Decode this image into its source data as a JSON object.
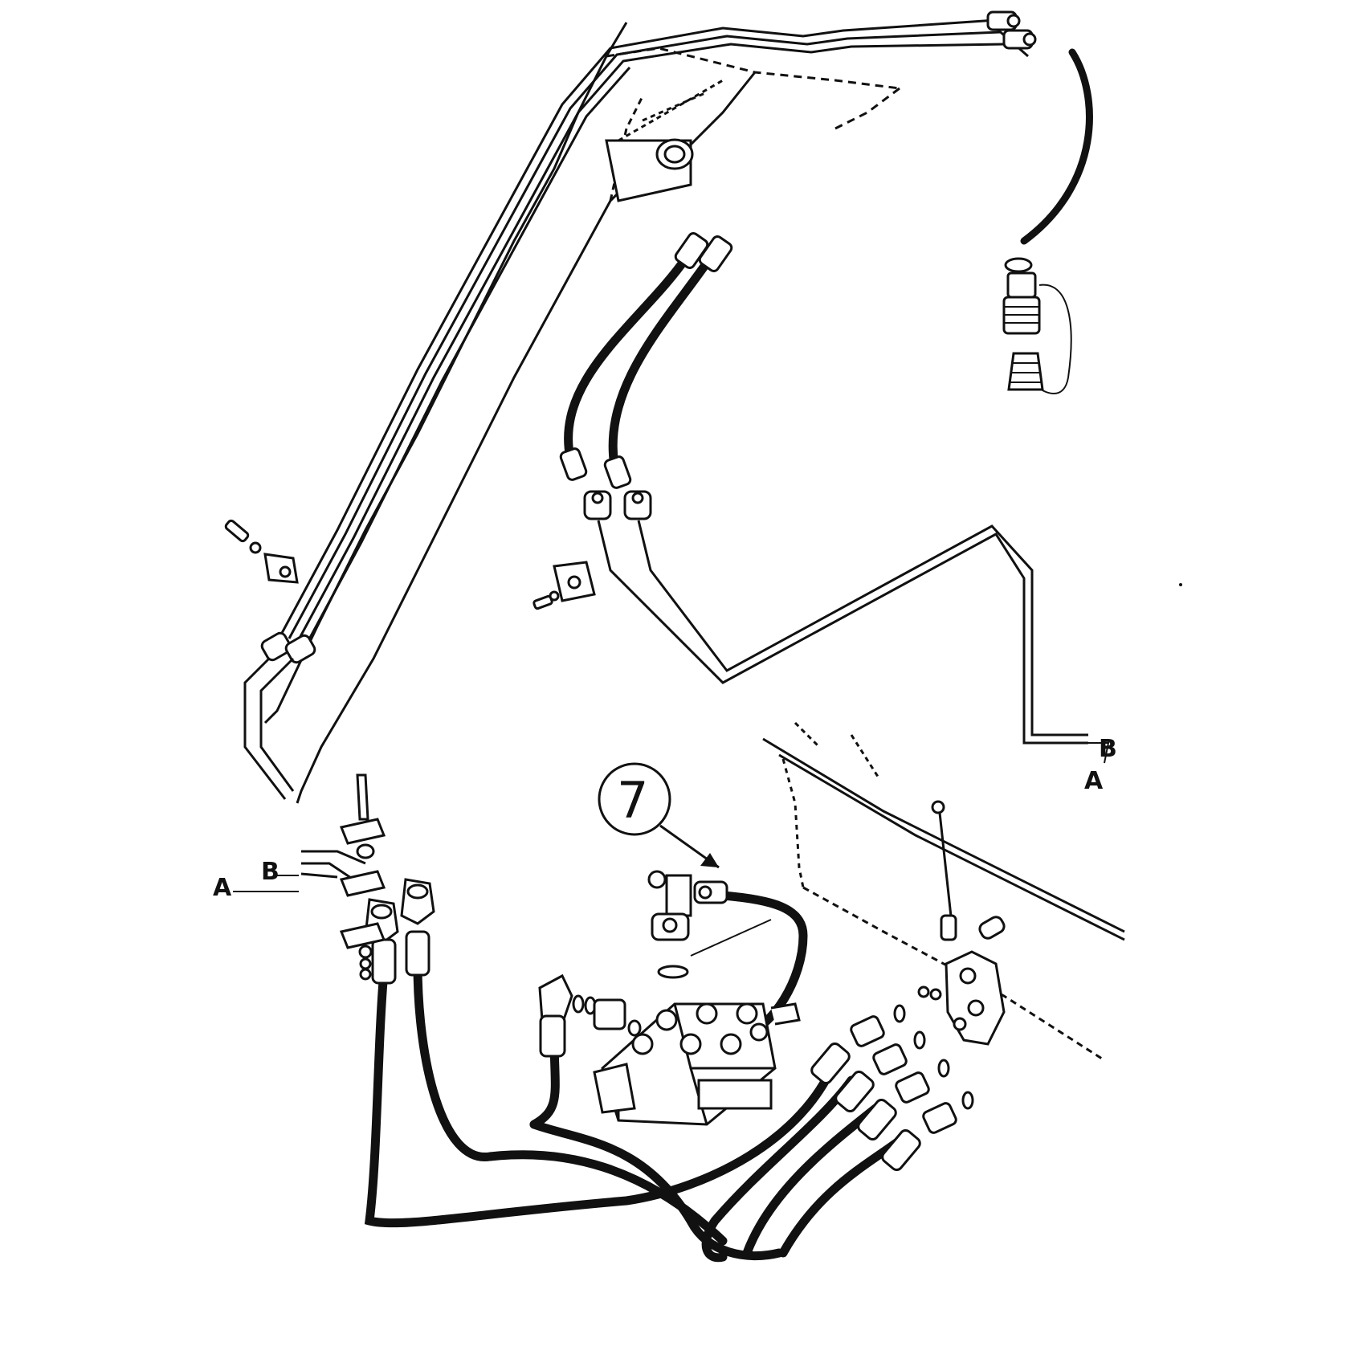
{
  "labels": {
    "ref_b_right": "B",
    "ref_a_right": "A",
    "ref_b_left": "B",
    "ref_a_left": "A"
  },
  "callout": {
    "number": "7"
  },
  "colors": {
    "ink": "#111111",
    "background": "#ffffff"
  }
}
